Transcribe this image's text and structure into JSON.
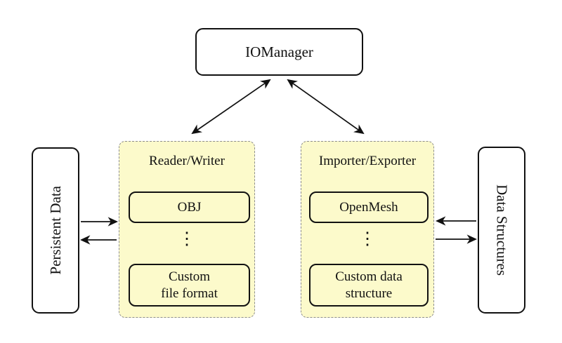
{
  "colors": {
    "panel_fill": "#FCFACB",
    "panel_border": "#8d8d8d",
    "line": "#111111",
    "node_fill": "#ffffff"
  },
  "nodes": {
    "iomanager": "IOManager",
    "persistent_data": "Persistent Data",
    "data_structures": "Data Structures"
  },
  "reader_writer": {
    "title": "Reader/Writer",
    "items": [
      "OBJ",
      "⋮",
      "Custom\nfile format"
    ]
  },
  "importer_exporter": {
    "title": "Importer/Exporter",
    "items": [
      "OpenMesh",
      "⋮",
      "Custom data\nstructure"
    ]
  }
}
